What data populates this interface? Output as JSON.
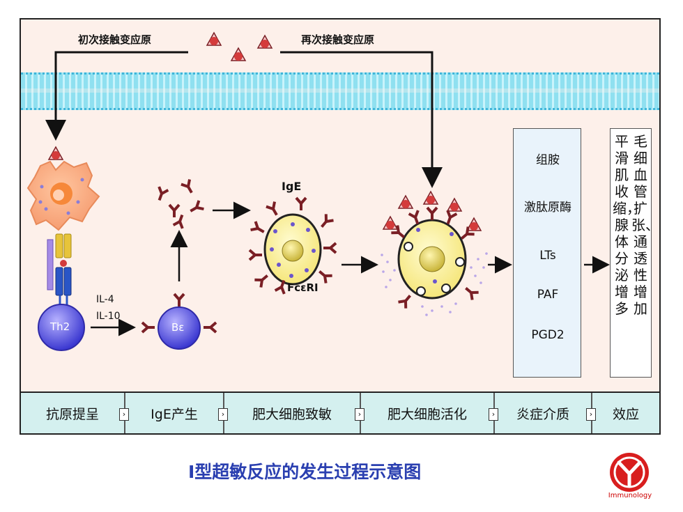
{
  "labels": {
    "first_contact": "初次接触变应原",
    "second_contact": "再次接触变应原",
    "il4": "IL-4",
    "il10": "IL-10",
    "th2": "Th2",
    "bcell": "Bε",
    "ige": "IgE",
    "fcer": "FcεRⅠ"
  },
  "mediators": [
    "组胺",
    "激肽原酶",
    "LTs",
    "PAF",
    "PGD2"
  ],
  "effects": {
    "col_left": "平滑肌收缩，腺体分泌增多",
    "col_right": "毛细血管扩张、通透性增加"
  },
  "stages": [
    "抗原提呈",
    "IgE产生",
    "肥大细胞致敏",
    "肥大细胞活化",
    "炎症介质",
    "效应"
  ],
  "caption": "Ⅰ型超敏反应的发生过程示意图",
  "logo": {
    "text": "Immunology",
    "icon": "antibody-y-icon",
    "color": "#d81e1e"
  },
  "colors": {
    "caption": "#2a3fb0",
    "stage_bg": "#d4f0ef",
    "panel_bg": "#fdf0ea",
    "antibody": "#7a1f25"
  }
}
